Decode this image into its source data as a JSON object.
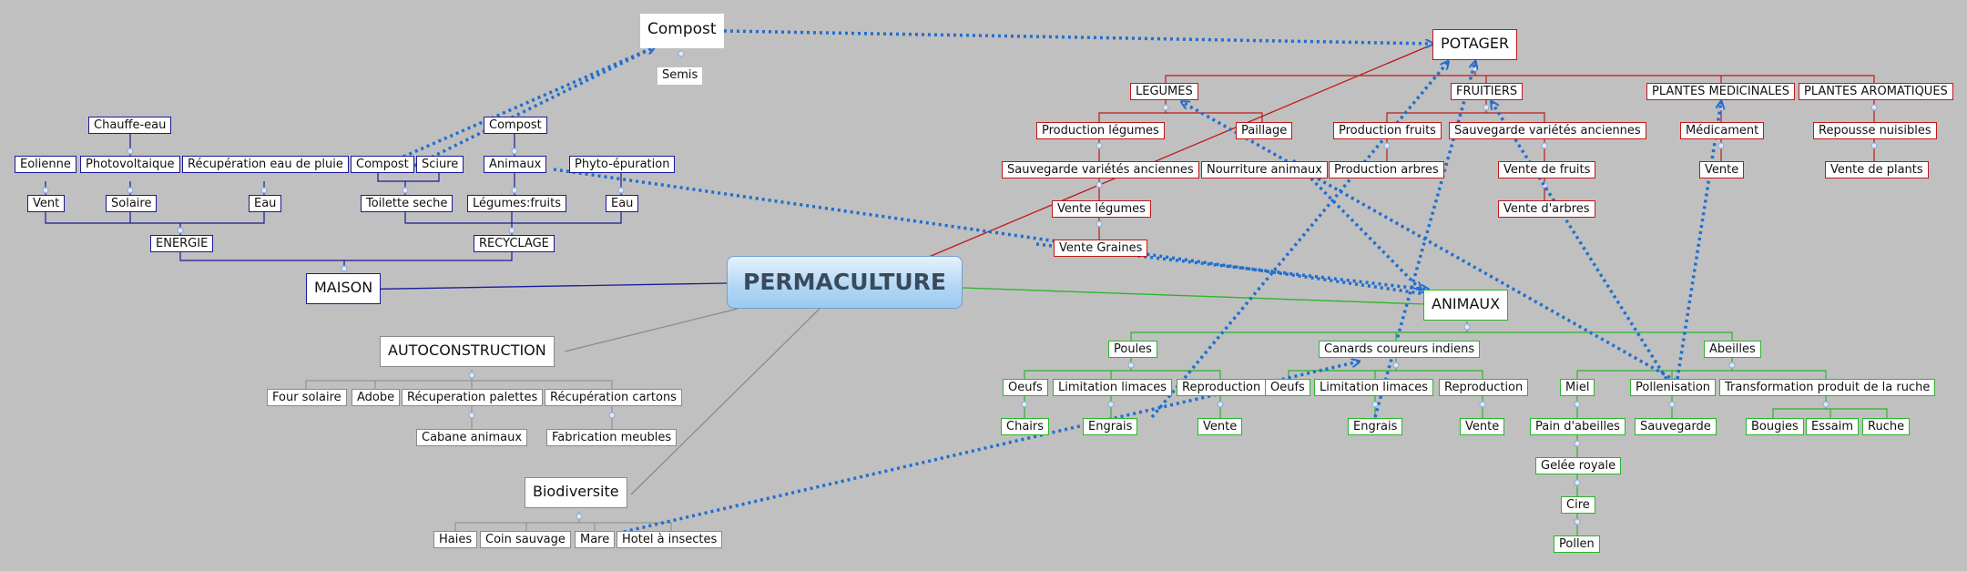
{
  "center": "PERMACULTURE",
  "maison": {
    "title": "MAISON",
    "energie": "ENERGIE",
    "recyclage": "RECYCLAGE",
    "chauffe_eau": "Chauffe-eau",
    "eolienne": "Eolienne",
    "photovoltaique": "Photovoltaique",
    "recup_eau": "Récupération eau de pluie",
    "vent": "Vent",
    "solaire": "Solaire",
    "eau": "Eau",
    "compost": "Compost",
    "sciure": "Sciure",
    "toilette": "Toilette seche",
    "compost2": "Compost",
    "animaux": "Animaux",
    "legumes_fruits": "Légumes:fruits",
    "phyto": "Phyto-épuration",
    "eau2": "Eau"
  },
  "compost": {
    "title": "Compost",
    "semis": "Semis"
  },
  "autoconstruction": {
    "title": "AUTOCONSTRUCTION",
    "four": "Four solaire",
    "adobe": "Adobe",
    "palettes": "Récuperation palettes",
    "cartons": "Récupération cartons",
    "cabane": "Cabane animaux",
    "meubles": "Fabrication meubles"
  },
  "biodiversite": {
    "title": "Biodiversite",
    "haies": "Haies",
    "coin": "Coin sauvage",
    "mare": "Mare",
    "hotel": "Hotel à insectes"
  },
  "potager": {
    "title": "POTAGER",
    "legumes": "LEGUMES",
    "fruitiers": "FRUITIERS",
    "medicinales": "PLANTES MEDICINALES",
    "aromatiques": "PLANTES AROMATIQUES",
    "prod_legumes": "Production légumes",
    "paillage": "Paillage",
    "sauvegarde1": "Sauvegarde variétés anciennes",
    "nourriture": "Nourriture animaux",
    "vente_legumes": "Vente légumes",
    "vente_graines": "Vente Graines",
    "prod_fruits": "Production fruits",
    "sauvegarde2": "Sauvegarde variétés anciennes",
    "prod_arbres": "Production arbres",
    "vente_fruits": "Vente de fruits",
    "vente_arbres": "Vente d'arbres",
    "medicament": "Médicament",
    "vente": "Vente",
    "repousse": "Repousse nuisibles",
    "vente_plants": "Vente de plants"
  },
  "animaux": {
    "title": "ANIMAUX",
    "poules": "Poules",
    "canards": "Canards coureurs indiens",
    "abeilles": "Abeilles",
    "oeufs1": "Oeufs",
    "limitation1": "Limitation limaces",
    "reproduction1": "Reproduction",
    "chairs": "Chairs",
    "engrais1": "Engrais",
    "vente1": "Vente",
    "oeufs2": "Oeufs",
    "limitation2": "Limitation limaces",
    "reproduction2": "Reproduction",
    "engrais2": "Engrais",
    "vente2": "Vente",
    "miel": "Miel",
    "pollenisation": "Pollenisation",
    "transformation": "Transformation produit de la ruche",
    "pain": "Pain d'abeilles",
    "gelee": "Gelée royale",
    "cire": "Cire",
    "pollen": "Pollen",
    "sauvegarde": "Sauvegarde",
    "bougies": "Bougies",
    "essaim": "Essaim",
    "ruche": "Ruche"
  },
  "colors": {
    "blue_branch": "#1a1a9a",
    "red_branch": "#c01818",
    "green_branch": "#2bb52b",
    "grey_branch": "#8a8a8a",
    "dotted_link": "#1e6fd0",
    "background": "#c0c0c0"
  }
}
